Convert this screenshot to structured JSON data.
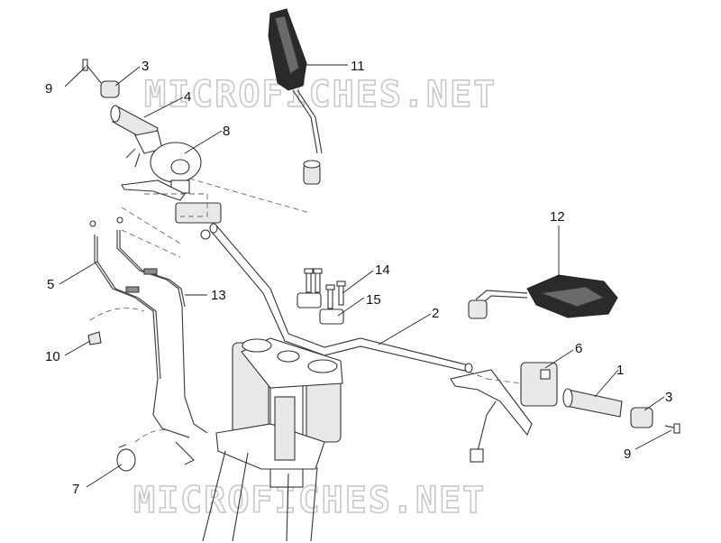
{
  "watermark": "MICROFICHES.NET",
  "callouts": {
    "c1": "1",
    "c2": "2",
    "c3a": "3",
    "c3b": "3",
    "c4": "4",
    "c5": "5",
    "c6": "6",
    "c7": "7",
    "c8": "8",
    "c9a": "9",
    "c9b": "9",
    "c10": "10",
    "c11": "11",
    "c12": "12",
    "c13": "13",
    "c14": "14",
    "c15": "15"
  },
  "colors": {
    "line": "#333333",
    "watermark": "#c8c8c8",
    "mirror_body": "#2a2a2a"
  }
}
